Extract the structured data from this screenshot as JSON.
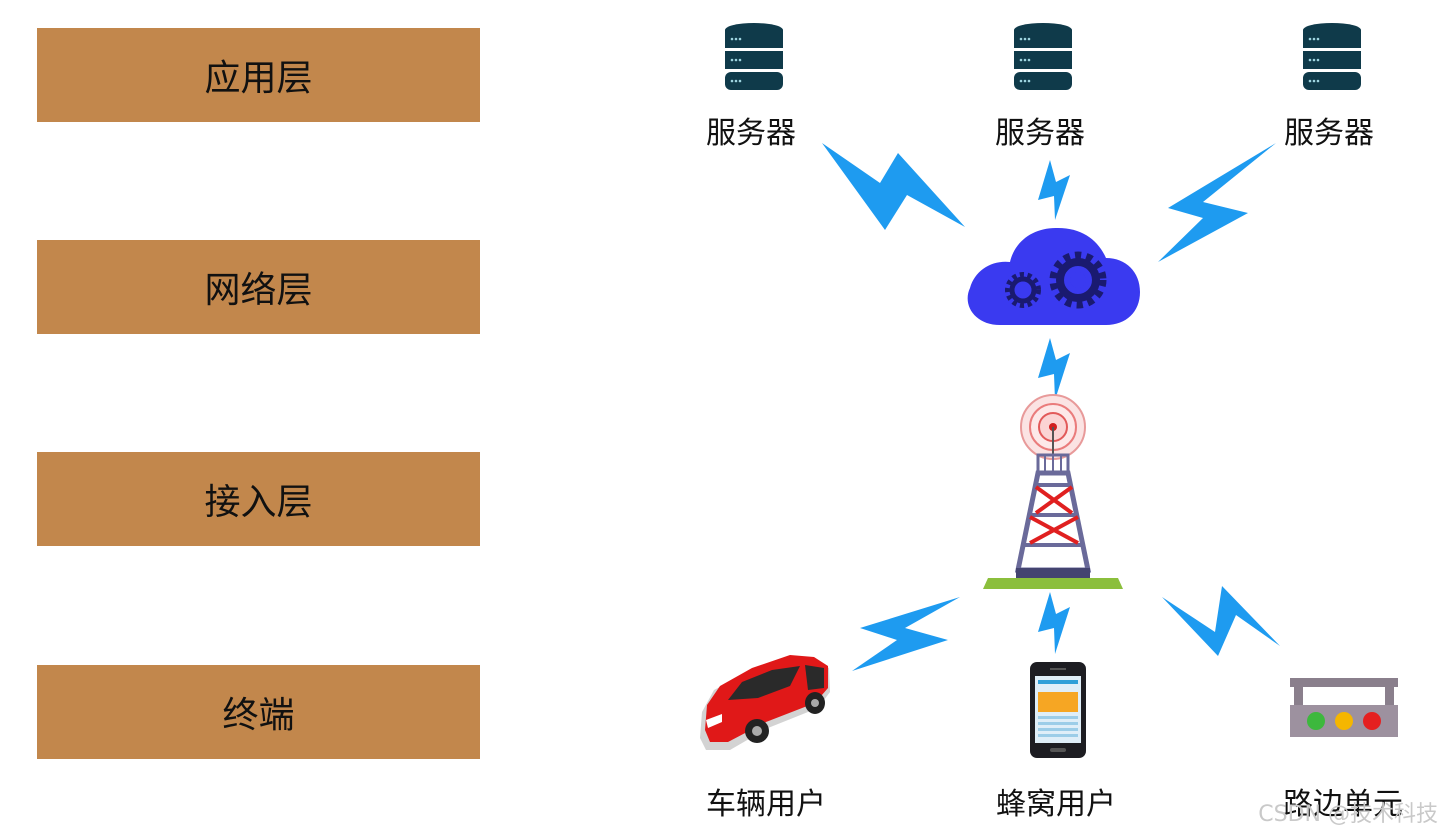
{
  "layers": [
    "应用层",
    "网络层",
    "接入层",
    "终端"
  ],
  "nodes": {
    "server_1": "服务器",
    "server_2": "服务器",
    "server_3": "服务器",
    "vehicle_user": "车辆用户",
    "cellular_user": "蜂窝用户",
    "roadside_unit": "路边单元"
  },
  "watermark": "CSDN @技术科技",
  "colors": {
    "layer_fill": "#c2874c",
    "lightning": "#1e9bf0",
    "cloud": "#3a3af0",
    "gear": "#1a1a70",
    "server": "#0f3a4a",
    "car": "#e01818",
    "tower_red": "#e02020",
    "tower_frame": "#6a6a9a"
  }
}
